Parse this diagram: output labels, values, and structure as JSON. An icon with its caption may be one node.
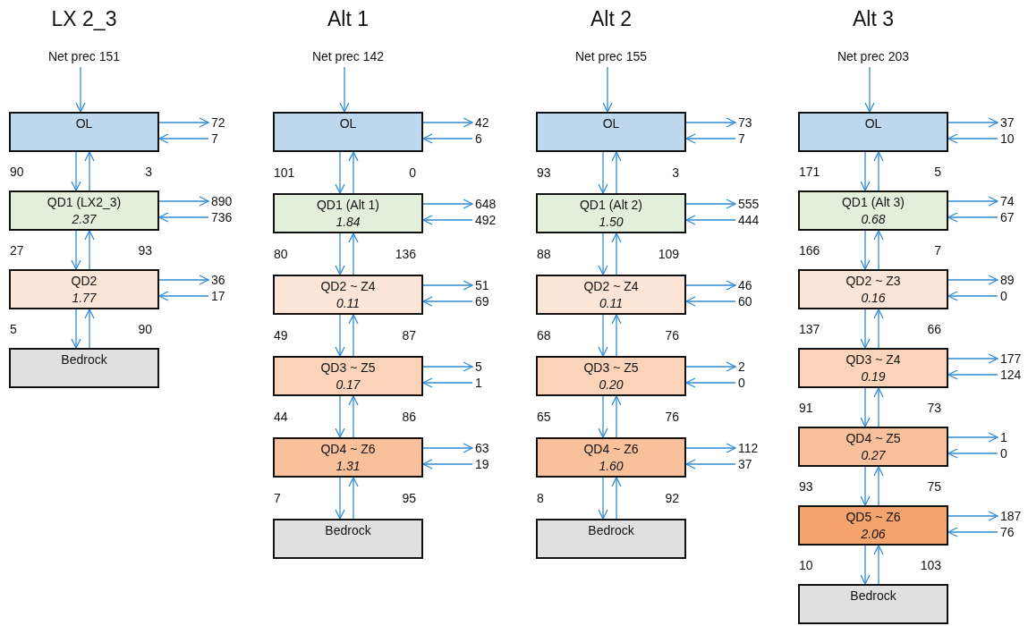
{
  "diagram": {
    "nodes": [
      {
        "text": [
          "Net prec 151"
        ]
      },
      {
        "text": [
          "OL"
        ]
      },
      {
        "text": [
          "72"
        ]
      },
      {
        "text": [
          "7"
        ]
      },
      {
        "text": [
          "QD1 (LX2_3)",
          "2.37"
        ]
      },
      {
        "text": [
          "890"
        ]
      },
      {
        "text": [
          "736"
        ]
      },
      {
        "text": [
          "QD2",
          "1.77"
        ]
      },
      {
        "text": [
          "36"
        ]
      },
      {
        "text": [
          "17"
        ]
      },
      {
        "text": [
          "Bedrock"
        ]
      },
      {
        "text": [
          "Net prec 142"
        ]
      },
      {
        "text": [
          "OL"
        ]
      },
      {
        "text": [
          "42"
        ]
      },
      {
        "text": [
          "6"
        ]
      },
      {
        "text": [
          "QD1 (Alt 1)",
          "1.84"
        ]
      },
      {
        "text": [
          "648"
        ]
      },
      {
        "text": [
          "492"
        ]
      },
      {
        "text": [
          "QD2 ~ Z4",
          "0.11"
        ]
      },
      {
        "text": [
          "51"
        ]
      },
      {
        "text": [
          "69"
        ]
      },
      {
        "text": [
          "QD3 ~ Z5",
          "0.17"
        ]
      },
      {
        "text": [
          "5"
        ]
      },
      {
        "text": [
          "1"
        ]
      },
      {
        "text": [
          "QD4 ~ Z6",
          "1.31"
        ]
      },
      {
        "text": [
          "63"
        ]
      },
      {
        "text": [
          "19"
        ]
      },
      {
        "text": [
          "Bedrock"
        ]
      },
      {
        "text": [
          "Net prec 155"
        ]
      },
      {
        "text": [
          "OL"
        ]
      },
      {
        "text": [
          "73"
        ]
      },
      {
        "text": [
          "7"
        ]
      },
      {
        "text": [
          "QD1 (Alt 2)",
          "1.50"
        ]
      },
      {
        "text": [
          "555"
        ]
      },
      {
        "text": [
          "444"
        ]
      },
      {
        "text": [
          "QD2 ~ Z4",
          "0.11"
        ]
      },
      {
        "text": [
          "46"
        ]
      },
      {
        "text": [
          "60"
        ]
      },
      {
        "text": [
          "QD3 ~ Z5",
          "0.20"
        ]
      },
      {
        "text": [
          "2"
        ]
      },
      {
        "text": [
          "0"
        ]
      },
      {
        "text": [
          "QD4 ~ Z6",
          "1.60"
        ]
      },
      {
        "text": [
          "112"
        ]
      },
      {
        "text": [
          "37"
        ]
      },
      {
        "text": [
          "Bedrock"
        ]
      },
      {
        "text": [
          "Net prec 203"
        ]
      },
      {
        "text": [
          "OL"
        ]
      },
      {
        "text": [
          "37"
        ]
      },
      {
        "text": [
          "10"
        ]
      },
      {
        "text": [
          "QD1 (Alt 3)",
          "0.68"
        ]
      },
      {
        "text": [
          "74"
        ]
      },
      {
        "text": [
          "67"
        ]
      },
      {
        "text": [
          "QD2 ~ Z3",
          "0.16"
        ]
      },
      {
        "text": [
          "89"
        ]
      },
      {
        "text": [
          "0"
        ]
      },
      {
        "text": [
          "QD3 ~ Z4",
          "0.19"
        ]
      },
      {
        "text": [
          "177"
        ]
      },
      {
        "text": [
          "124"
        ]
      },
      {
        "text": [
          "QD4 ~ Z5",
          "0.27"
        ]
      },
      {
        "text": [
          "1"
        ]
      },
      {
        "text": [
          "0"
        ]
      },
      {
        "text": [
          "QD5 ~ Z6",
          "2.06"
        ]
      },
      {
        "text": [
          "187"
        ]
      },
      {
        "text": [
          "76"
        ]
      },
      {
        "text": [
          "Bedrock"
        ]
      }
    ],
    "edges": [
      {
        "from": 0,
        "to": 1,
        "arrow": "to"
      },
      {
        "from": 1,
        "to": 2,
        "arrow": "to"
      },
      {
        "from": 3,
        "to": 1,
        "arrow": "to"
      },
      {
        "from": 1,
        "to": 4,
        "arrow": "to",
        "label": "90"
      },
      {
        "from": 4,
        "to": 1,
        "arrow": "to",
        "label": "3"
      },
      {
        "from": 4,
        "to": 5,
        "arrow": "to"
      },
      {
        "from": 6,
        "to": 4,
        "arrow": "to"
      },
      {
        "from": 4,
        "to": 7,
        "arrow": "to",
        "label": "27"
      },
      {
        "from": 7,
        "to": 4,
        "arrow": "to",
        "label": "93"
      },
      {
        "from": 7,
        "to": 8,
        "arrow": "to"
      },
      {
        "from": 9,
        "to": 7,
        "arrow": "to"
      },
      {
        "from": 7,
        "to": 10,
        "arrow": "to",
        "label": "5"
      },
      {
        "from": 10,
        "to": 7,
        "arrow": "to",
        "label": "90"
      },
      {
        "from": 11,
        "to": 12,
        "arrow": "to"
      },
      {
        "from": 12,
        "to": 13,
        "arrow": "to"
      },
      {
        "from": 14,
        "to": 12,
        "arrow": "to"
      },
      {
        "from": 12,
        "to": 15,
        "arrow": "to",
        "label": "101"
      },
      {
        "from": 15,
        "to": 12,
        "arrow": "to",
        "label": "0"
      },
      {
        "from": 15,
        "to": 16,
        "arrow": "to"
      },
      {
        "from": 17,
        "to": 15,
        "arrow": "to"
      },
      {
        "from": 15,
        "to": 18,
        "arrow": "to",
        "label": "80"
      },
      {
        "from": 18,
        "to": 15,
        "arrow": "to",
        "label": "136"
      },
      {
        "from": 18,
        "to": 19,
        "arrow": "to"
      },
      {
        "from": 20,
        "to": 18,
        "arrow": "to"
      },
      {
        "from": 18,
        "to": 21,
        "arrow": "to",
        "label": "49"
      },
      {
        "from": 21,
        "to": 18,
        "arrow": "to",
        "label": "87"
      },
      {
        "from": 21,
        "to": 22,
        "arrow": "to"
      },
      {
        "from": 23,
        "to": 21,
        "arrow": "to"
      },
      {
        "from": 21,
        "to": 24,
        "arrow": "to",
        "label": "44"
      },
      {
        "from": 24,
        "to": 21,
        "arrow": "to",
        "label": "86"
      },
      {
        "from": 24,
        "to": 25,
        "arrow": "to"
      },
      {
        "from": 26,
        "to": 24,
        "arrow": "to"
      },
      {
        "from": 24,
        "to": 27,
        "arrow": "to",
        "label": "7"
      },
      {
        "from": 27,
        "to": 24,
        "arrow": "to",
        "label": "95"
      },
      {
        "from": 28,
        "to": 29,
        "arrow": "to"
      },
      {
        "from": 29,
        "to": 30,
        "arrow": "to"
      },
      {
        "from": 31,
        "to": 29,
        "arrow": "to"
      },
      {
        "from": 29,
        "to": 32,
        "arrow": "to",
        "label": "93"
      },
      {
        "from": 32,
        "to": 29,
        "arrow": "to",
        "label": "3"
      },
      {
        "from": 32,
        "to": 33,
        "arrow": "to"
      },
      {
        "from": 34,
        "to": 32,
        "arrow": "to"
      },
      {
        "from": 32,
        "to": 35,
        "arrow": "to",
        "label": "88"
      },
      {
        "from": 35,
        "to": 32,
        "arrow": "to",
        "label": "109"
      },
      {
        "from": 35,
        "to": 36,
        "arrow": "to"
      },
      {
        "from": 37,
        "to": 35,
        "arrow": "to"
      },
      {
        "from": 35,
        "to": 38,
        "arrow": "to",
        "label": "68"
      },
      {
        "from": 38,
        "to": 35,
        "arrow": "to",
        "label": "76"
      },
      {
        "from": 38,
        "to": 39,
        "arrow": "to"
      },
      {
        "from": 40,
        "to": 38,
        "arrow": "to"
      },
      {
        "from": 38,
        "to": 41,
        "arrow": "to",
        "label": "65"
      },
      {
        "from": 41,
        "to": 38,
        "arrow": "to",
        "label": "76"
      },
      {
        "from": 41,
        "to": 42,
        "arrow": "to"
      },
      {
        "from": 43,
        "to": 41,
        "arrow": "to"
      },
      {
        "from": 41,
        "to": 44,
        "arrow": "to",
        "label": "8"
      },
      {
        "from": 44,
        "to": 41,
        "arrow": "to",
        "label": "92"
      },
      {
        "from": 45,
        "to": 46,
        "arrow": "to"
      },
      {
        "from": 46,
        "to": 47,
        "arrow": "to"
      },
      {
        "from": 48,
        "to": 46,
        "arrow": "to"
      },
      {
        "from": 46,
        "to": 49,
        "arrow": "to",
        "label": "171"
      },
      {
        "from": 49,
        "to": 46,
        "arrow": "to",
        "label": "5"
      },
      {
        "from": 49,
        "to": 50,
        "arrow": "to"
      },
      {
        "from": 51,
        "to": 49,
        "arrow": "to"
      },
      {
        "from": 49,
        "to": 52,
        "arrow": "to",
        "label": "166"
      },
      {
        "from": 52,
        "to": 49,
        "arrow": "to",
        "label": "7"
      },
      {
        "from": 52,
        "to": 53,
        "arrow": "to"
      },
      {
        "from": 54,
        "to": 52,
        "arrow": "to"
      },
      {
        "from": 52,
        "to": 55,
        "arrow": "to",
        "label": "137"
      },
      {
        "from": 55,
        "to": 52,
        "arrow": "to",
        "label": "66"
      },
      {
        "from": 55,
        "to": 56,
        "arrow": "to"
      },
      {
        "from": 57,
        "to": 55,
        "arrow": "to"
      },
      {
        "from": 55,
        "to": 58,
        "arrow": "to",
        "label": "91"
      },
      {
        "from": 58,
        "to": 55,
        "arrow": "to",
        "label": "73"
      },
      {
        "from": 58,
        "to": 59,
        "arrow": "to"
      },
      {
        "from": 60,
        "to": 58,
        "arrow": "to"
      },
      {
        "from": 58,
        "to": 61,
        "arrow": "to",
        "label": "93"
      },
      {
        "from": 61,
        "to": 58,
        "arrow": "to",
        "label": "75"
      },
      {
        "from": 61,
        "to": 62,
        "arrow": "to"
      },
      {
        "from": 63,
        "to": 61,
        "arrow": "to"
      },
      {
        "from": 61,
        "to": 64,
        "arrow": "to",
        "label": "10"
      },
      {
        "from": 64,
        "to": 61,
        "arrow": "to",
        "label": "103"
      }
    ],
    "labels": [
      "LX 2_3",
      "Alt 1",
      "Alt 2",
      "Alt 3"
    ]
  }
}
